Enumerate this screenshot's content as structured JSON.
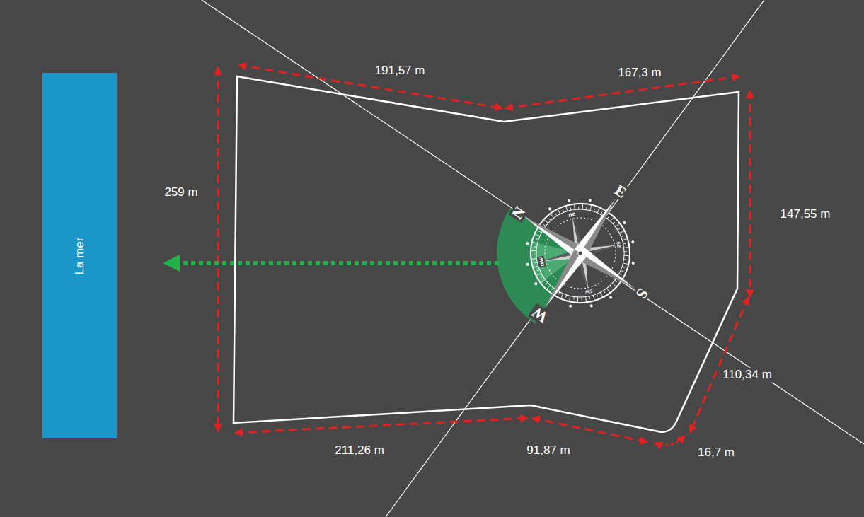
{
  "diagram": {
    "nodes": [
      {
        "text": [
          "La mer"
        ]
      }
    ],
    "labels": [
      "191,57 m",
      "167,3 m",
      "259 m",
      "147,55 m",
      "110,34 m",
      "211,26 m",
      "91,87 m",
      "16,7 m",
      "N",
      "E",
      "S",
      "W",
      "ne",
      "se",
      "sw",
      "nw"
    ]
  }
}
